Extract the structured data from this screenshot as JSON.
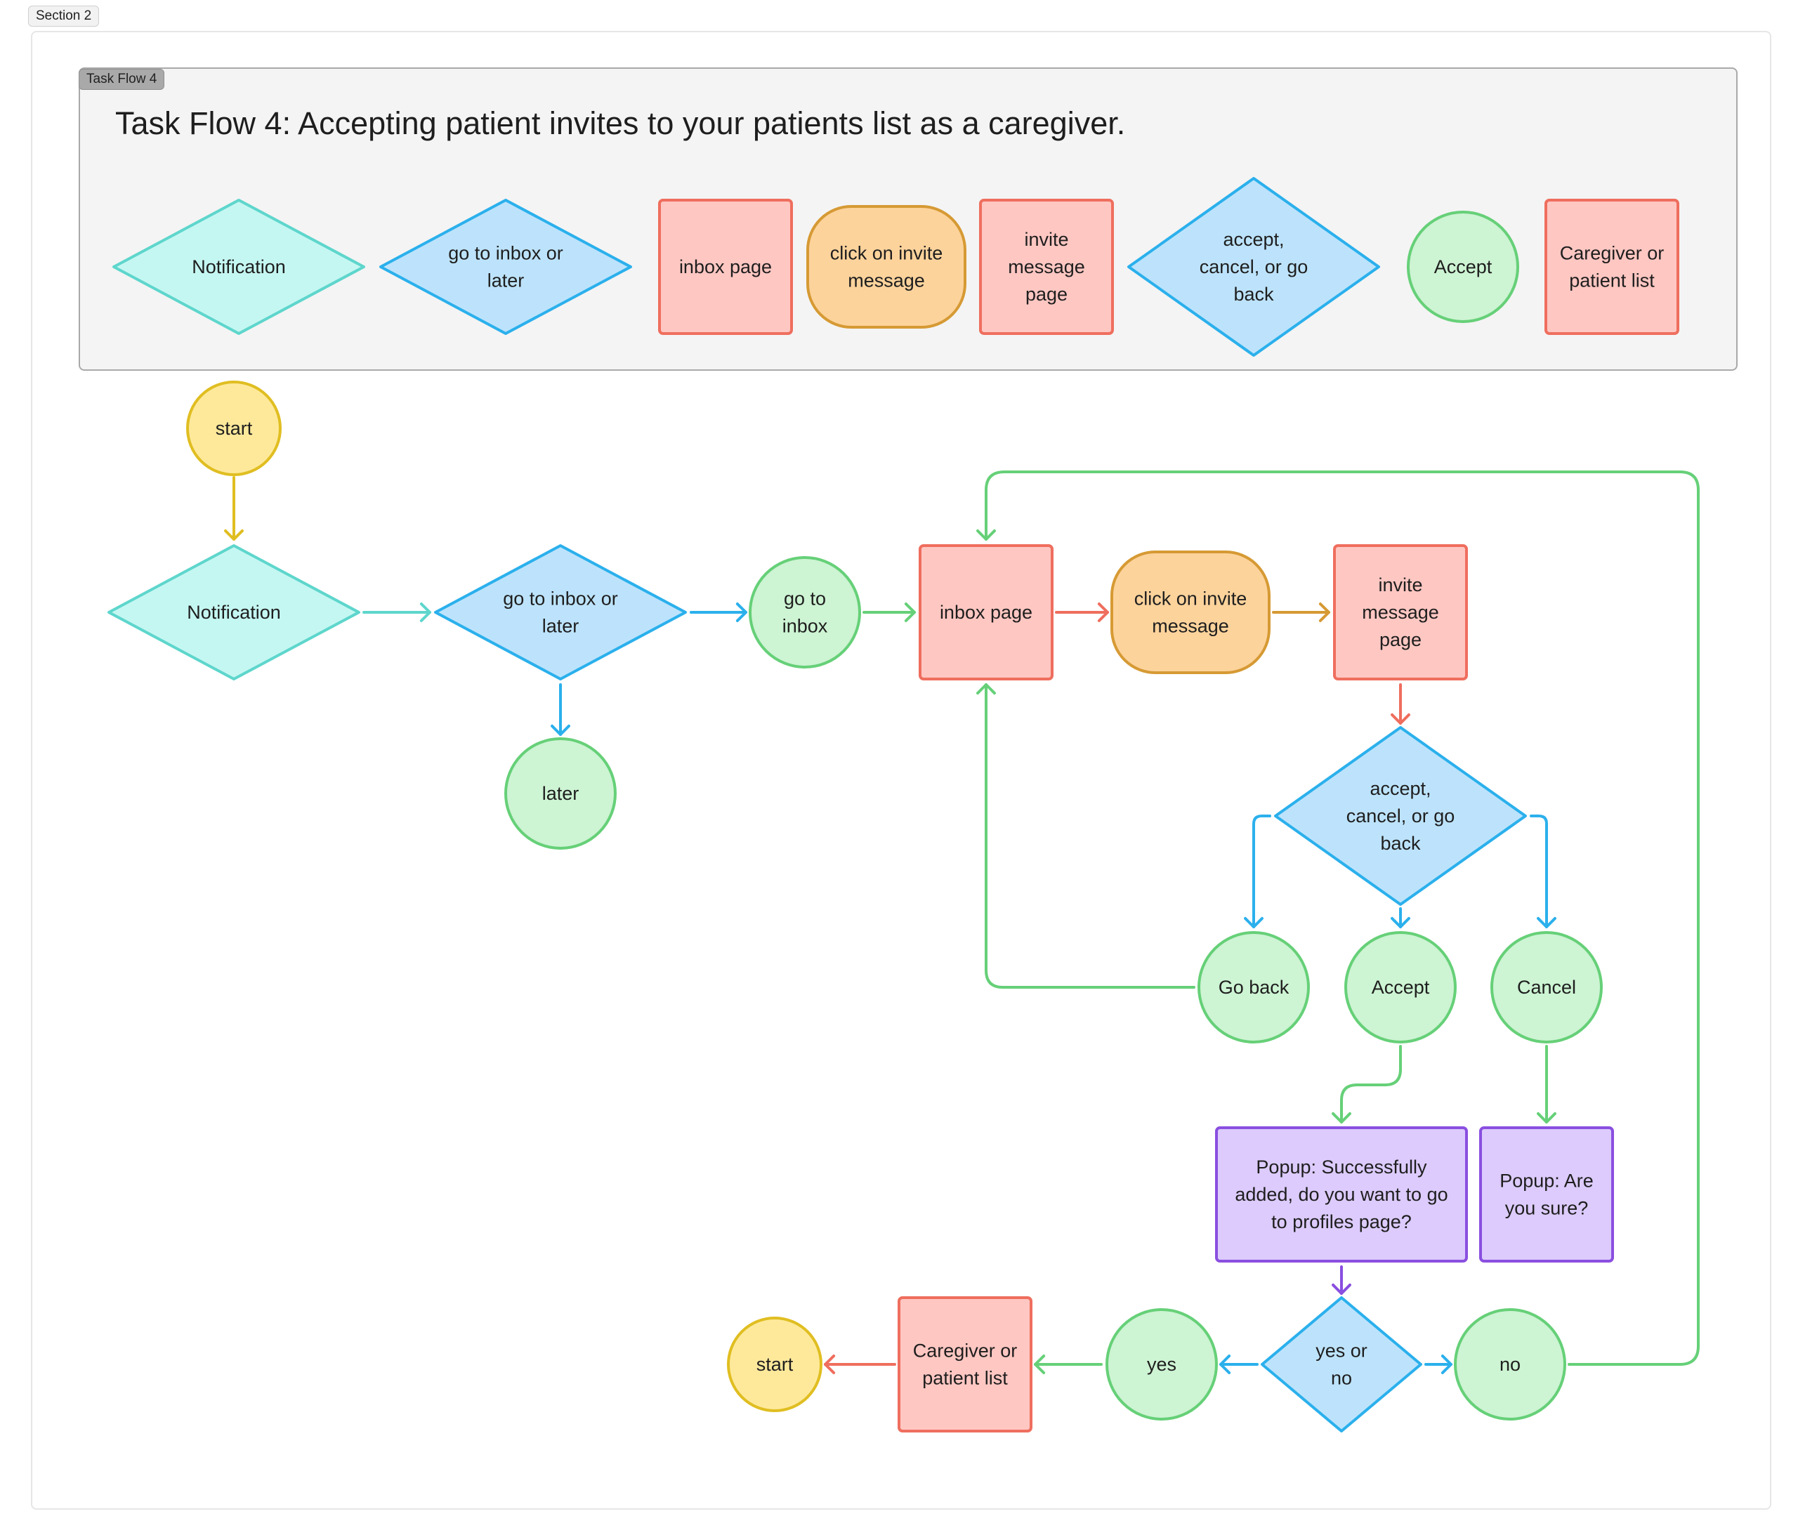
{
  "section": {
    "label": "Section 2"
  },
  "legend": {
    "tag": "Task Flow 4",
    "title": "Task Flow 4: Accepting patient invites to your patients list as a caregiver.",
    "items": [
      {
        "id": "legend-notification",
        "label": "Notification",
        "shape": "diamond",
        "color": "teal"
      },
      {
        "id": "legend-go-to-inbox-or-later",
        "label": "go to inbox or later",
        "shape": "diamond",
        "color": "blue"
      },
      {
        "id": "legend-inbox-page",
        "label": "inbox page",
        "shape": "rect",
        "color": "red"
      },
      {
        "id": "legend-click-on-invite-message",
        "label": "click on invite message",
        "shape": "rounded",
        "color": "orange"
      },
      {
        "id": "legend-invite-message-page",
        "label": "invite message page",
        "shape": "rect",
        "color": "red"
      },
      {
        "id": "legend-accept-cancel-or-go-back",
        "label": "accept, cancel, or go back",
        "shape": "diamond",
        "color": "blue"
      },
      {
        "id": "legend-accept",
        "label": "Accept",
        "shape": "circle",
        "color": "green"
      },
      {
        "id": "legend-caregiver-or-patient-list",
        "label": "Caregiver or patient list",
        "shape": "rect",
        "color": "red"
      }
    ]
  },
  "colors": {
    "teal": {
      "fill": "#c5f7f2",
      "stroke": "#5ed6cc"
    },
    "blue": {
      "fill": "#bde3fc",
      "stroke": "#2bb0ec"
    },
    "red": {
      "fill": "#ffc7c2",
      "stroke": "#ef6e5e"
    },
    "orange": {
      "fill": "#fdd39c",
      "stroke": "#d69a34"
    },
    "green": {
      "fill": "#cdf4d3",
      "stroke": "#66d078"
    },
    "yellow": {
      "fill": "#fee99b",
      "stroke": "#e0be21"
    },
    "purple": {
      "fill": "#dccbfc",
      "stroke": "#8a4fe0"
    }
  },
  "flow": {
    "nodes": [
      {
        "id": "start-top",
        "label": "start",
        "shape": "circle",
        "color": "yellow"
      },
      {
        "id": "notification",
        "label": "Notification",
        "shape": "diamond",
        "color": "teal"
      },
      {
        "id": "go-to-inbox-or-later",
        "label": "go to inbox or later",
        "shape": "diamond",
        "color": "blue"
      },
      {
        "id": "later",
        "label": "later",
        "shape": "circle",
        "color": "green"
      },
      {
        "id": "go-to-inbox",
        "label": "go to inbox",
        "shape": "circle",
        "color": "green"
      },
      {
        "id": "inbox-page",
        "label": "inbox page",
        "shape": "rect",
        "color": "red"
      },
      {
        "id": "click-on-invite-message",
        "label": "click on invite message",
        "shape": "rounded",
        "color": "orange"
      },
      {
        "id": "invite-message-page",
        "label": "invite message page",
        "shape": "rect",
        "color": "red"
      },
      {
        "id": "accept-cancel-or-go-back",
        "label": "accept, cancel, or go back",
        "shape": "diamond",
        "color": "blue"
      },
      {
        "id": "go-back",
        "label": "Go back",
        "shape": "circle",
        "color": "green"
      },
      {
        "id": "accept",
        "label": "Accept",
        "shape": "circle",
        "color": "green"
      },
      {
        "id": "cancel",
        "label": "Cancel",
        "shape": "circle",
        "color": "green"
      },
      {
        "id": "popup-successfully-added",
        "label": "Popup: Successfully added, do you want to go to profiles page?",
        "shape": "rect",
        "color": "purple"
      },
      {
        "id": "popup-are-you-sure",
        "label": "Popup: Are you sure?",
        "shape": "rect",
        "color": "purple"
      },
      {
        "id": "yes-or-no",
        "label": "yes or no",
        "shape": "diamond",
        "color": "blue"
      },
      {
        "id": "yes",
        "label": "yes",
        "shape": "circle",
        "color": "green"
      },
      {
        "id": "no",
        "label": "no",
        "shape": "circle",
        "color": "green"
      },
      {
        "id": "caregiver-or-patient-list",
        "label": "Caregiver or patient list",
        "shape": "rect",
        "color": "red"
      },
      {
        "id": "start-end",
        "label": "start",
        "shape": "circle",
        "color": "yellow"
      }
    ],
    "edges": [
      {
        "from": "start-top",
        "to": "notification",
        "color": "yellow"
      },
      {
        "from": "notification",
        "to": "go-to-inbox-or-later",
        "color": "teal"
      },
      {
        "from": "go-to-inbox-or-later",
        "to": "go-to-inbox",
        "color": "blue"
      },
      {
        "from": "go-to-inbox-or-later",
        "to": "later",
        "color": "blue"
      },
      {
        "from": "go-to-inbox",
        "to": "inbox-page",
        "color": "green"
      },
      {
        "from": "inbox-page",
        "to": "click-on-invite-message",
        "color": "red"
      },
      {
        "from": "click-on-invite-message",
        "to": "invite-message-page",
        "color": "orange"
      },
      {
        "from": "invite-message-page",
        "to": "accept-cancel-or-go-back",
        "color": "red"
      },
      {
        "from": "accept-cancel-or-go-back",
        "to": "go-back",
        "color": "blue"
      },
      {
        "from": "accept-cancel-or-go-back",
        "to": "accept",
        "color": "blue"
      },
      {
        "from": "accept-cancel-or-go-back",
        "to": "cancel",
        "color": "blue"
      },
      {
        "from": "go-back",
        "to": "inbox-page",
        "color": "green"
      },
      {
        "from": "accept",
        "to": "popup-successfully-added",
        "color": "green"
      },
      {
        "from": "cancel",
        "to": "popup-are-you-sure",
        "color": "green"
      },
      {
        "from": "popup-successfully-added",
        "to": "yes-or-no",
        "color": "purple"
      },
      {
        "from": "yes-or-no",
        "to": "yes",
        "color": "blue"
      },
      {
        "from": "yes-or-no",
        "to": "no",
        "color": "blue"
      },
      {
        "from": "yes",
        "to": "caregiver-or-patient-list",
        "color": "green"
      },
      {
        "from": "caregiver-or-patient-list",
        "to": "start-end",
        "color": "red"
      },
      {
        "from": "no",
        "to": "inbox-page",
        "color": "green"
      }
    ]
  }
}
